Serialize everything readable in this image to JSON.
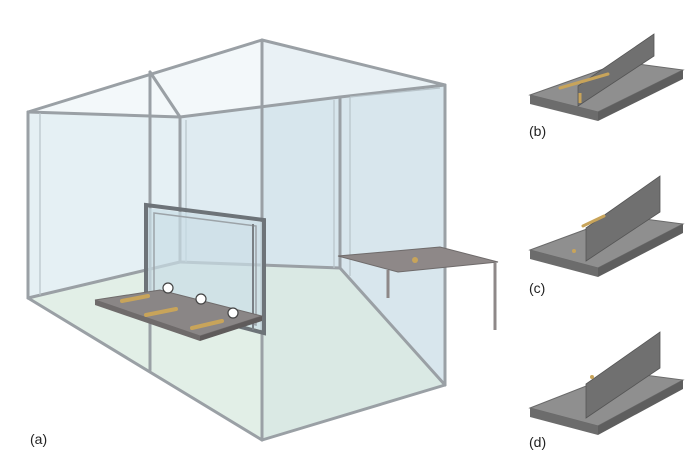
{
  "figure": {
    "panels": [
      {
        "id": "a",
        "label": "(a)"
      },
      {
        "id": "b",
        "label": "(b)"
      },
      {
        "id": "c",
        "label": "(c)"
      },
      {
        "id": "d",
        "label": "(d)"
      }
    ]
  },
  "colors": {
    "frame": "#a4a9ad",
    "frame_dark": "#7f868b",
    "glass": "#d6e5ec",
    "glass_side": "#dfecf1",
    "floor": "#d8ead3",
    "plate_top": "#8f8f8f",
    "plate_front": "#6f6f6f",
    "stick": "#c8a45a",
    "table_top": "#8e8888"
  }
}
